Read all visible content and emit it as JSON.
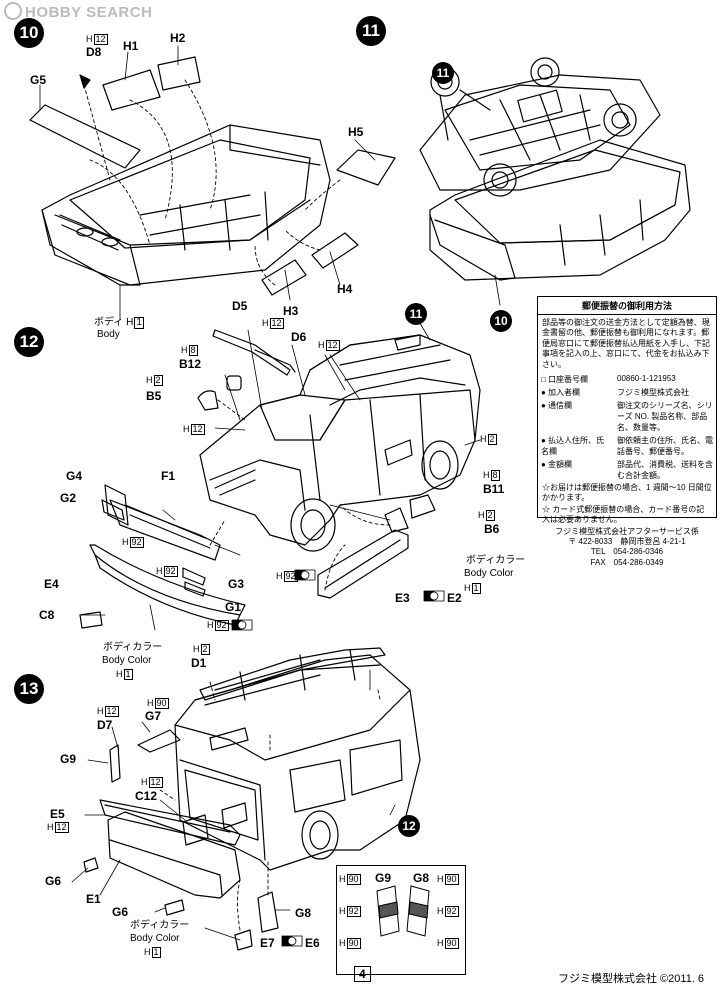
{
  "watermark": "HOBBY SEARCH",
  "steps": {
    "s10": "10",
    "s11": "11",
    "s12": "12",
    "s13": "13"
  },
  "refs": {
    "r11a": "11",
    "r10": "10",
    "r11b": "11",
    "r12": "12"
  },
  "parts": {
    "d8": "D8",
    "h1": "H1",
    "h2": "H2",
    "g5": "G5",
    "h5": "H5",
    "h4": "H4",
    "h3": "H3",
    "d5": "D5",
    "d6": "D6",
    "b12": "B12",
    "b5": "B5",
    "g4": "G4",
    "f1": "F1",
    "g2": "G2",
    "e4": "E4",
    "g3": "G3",
    "g1": "G1",
    "c8": "C8",
    "b11": "B11",
    "b6": "B6",
    "e3": "E3",
    "e2": "E2",
    "d1": "D1",
    "g7": "G7",
    "d7": "D7",
    "g9": "G9",
    "c12": "C12",
    "e5": "E5",
    "g6a": "G6",
    "e1": "E1",
    "g6b": "G6",
    "g8": "G8",
    "e7": "E7",
    "e6": "E6"
  },
  "h": {
    "h12": "12",
    "h8": "8",
    "h2": "2",
    "h92": "92",
    "h1": "1",
    "h90": "90"
  },
  "text": {
    "body_jp": "ボディ H",
    "body_en": "Body",
    "bodycolor_jp": "ボディカラー",
    "bodycolor_en": "Body Color",
    "h": "H"
  },
  "inset": {
    "g9": "G9",
    "g8": "G8"
  },
  "notice": {
    "title": "郵便振替の御利用方法",
    "intro": "部品等の御注文の送金方法として定額為替、現金書留の他、郵便振替も御利用になれます。郵便局窓口にて郵便振替払込用紙を入手し、下記事項を記入の上、窓口にて、代金をお払込み下さい。",
    "rows": [
      {
        "k": "□ 口座番号欄",
        "v": "00860-1-121953"
      },
      {
        "k": "● 加入者欄",
        "v": "フジミ模型株式会社"
      },
      {
        "k": "● 通信欄",
        "v": "御注文のシリーズ名、シリーズ NO. 製品名称、部品名、数量等。"
      },
      {
        "k": "● 払込人住所、氏名欄",
        "v": "御依頼主の住所、氏名、電話番号、郵便番号。"
      },
      {
        "k": "● 金額欄",
        "v": "部品代、消費税、送料を含む合計金額。"
      }
    ],
    "star1": "☆お届けは郵便振替の場合、1 週間～10 日間位かかります。",
    "star2": "☆ カード式郵便振替の場合、カード番号の記入は必要ありません。",
    "addr1": "フジミ模型株式会社アフターサービス係",
    "addr2": "〒 422-8033　静岡市登呂 4-21-1",
    "tel": "TEL　054-286-0346",
    "fax": "FAX　054-286-0349"
  },
  "page": "4",
  "copyright": "フジミ模型株式会社 ©2011. 6"
}
